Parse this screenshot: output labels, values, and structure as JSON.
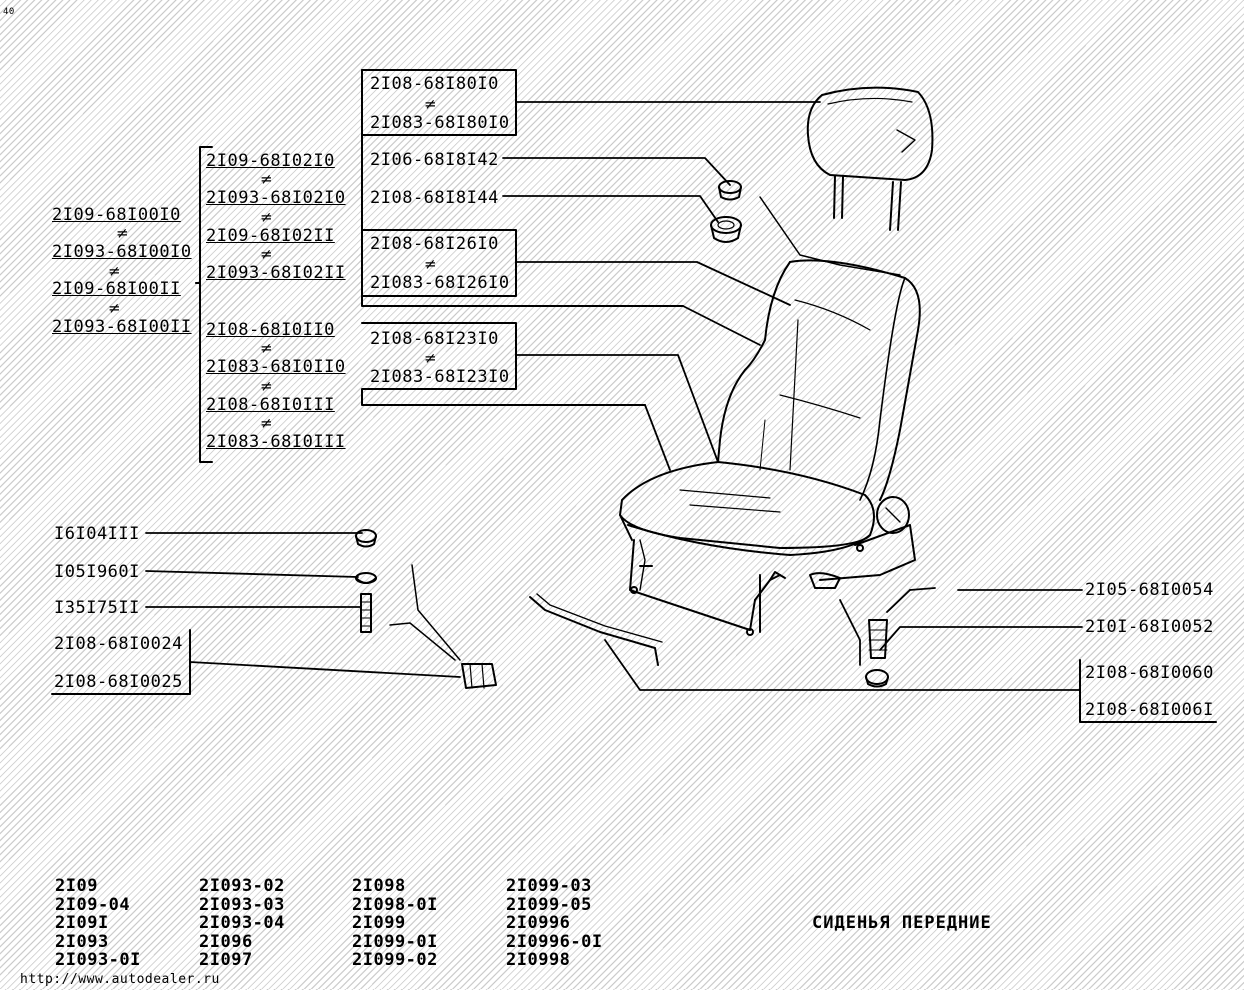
{
  "corner_mark": "40",
  "title": "СИДЕНЬЯ ПЕРЕДНИЕ",
  "url": "http://www.autodealer.ru",
  "neq_symbol": "≠",
  "groups": {
    "headrest": [
      "2I08-68I80I0",
      "2I083-68I80I0"
    ],
    "bushing_1": "2I06-68I8I42",
    "bushing_2": "2I08-68I8I44",
    "back_cover": [
      "2I08-68I26I0",
      "2I083-68I26I0"
    ],
    "cushion_cover": [
      "2I08-68I23I0",
      "2I083-68I23I0"
    ],
    "seat_left": [
      "2I09-68I00I0",
      "2I093-68I00I0",
      "2I09-68I00II",
      "2I093-68I00II"
    ],
    "seat_mid_a": [
      "2I09-68I02I0",
      "2I093-68I02I0",
      "2I09-68I02II",
      "2I093-68I02II"
    ],
    "seat_mid_b": [
      "2I08-68I0II0",
      "2I083-68I0II0",
      "2I08-68I0III",
      "2I083-68I0III"
    ],
    "nut": "I6I04III",
    "washer": "I05I960I",
    "bolt": "I35I75II",
    "slide_pair": [
      "2I08-68I0024",
      "2I08-68I0025"
    ],
    "right_1": "2I05-68I0054",
    "right_2": "2I0I-68I0052",
    "rail_pair": [
      "2I08-68I0060",
      "2I08-68I006I"
    ]
  },
  "models": [
    [
      "2I09",
      "2I09-04",
      "2I09I",
      "2I093",
      "2I093-0I"
    ],
    [
      "2I093-02",
      "2I093-03",
      "2I093-04",
      "2I096",
      "2I097"
    ],
    [
      "2I098",
      "2I098-0I",
      "2I099",
      "2I099-0I",
      "2I099-02"
    ],
    [
      "2I099-03",
      "2I099-05",
      "2I0996",
      "2I0996-0I",
      "2I0998"
    ]
  ]
}
